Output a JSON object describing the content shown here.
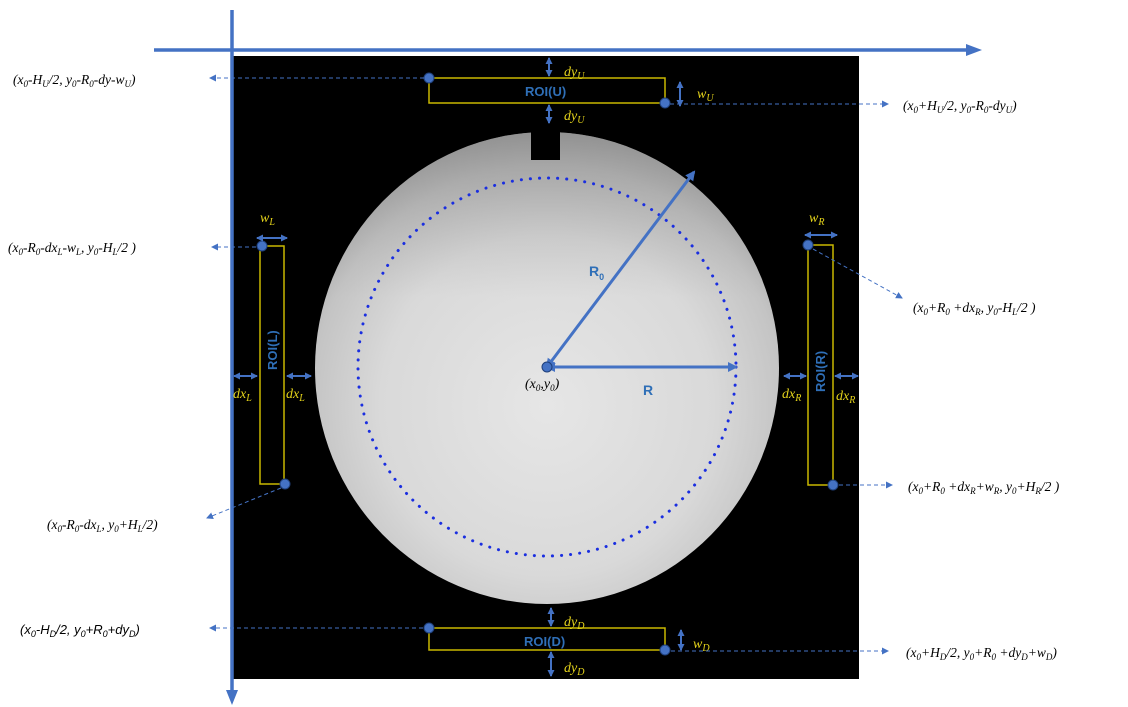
{
  "colors": {
    "axis": "#4472c4",
    "roi_box": "#c9b800",
    "label_yellow": "#e3d21a",
    "dotted_circle": "#1a2ee0",
    "image_bg": "#000000",
    "leader": "#4472c4"
  },
  "labels": {
    "roi_u": "ROI(U)",
    "roi_d": "ROI(D)",
    "roi_l": "ROI(L)",
    "roi_r": "ROI(R)",
    "r0_main": "R",
    "r0_sub": "0",
    "r": "R",
    "center_x": "(x",
    "center_x_sub": "0",
    "center_mid": ",y",
    "center_y_sub": "0",
    "center_close": ")"
  },
  "dims": {
    "dy_u_top": {
      "main": "dy",
      "sub": "U"
    },
    "dy_u_bottom": {
      "main": "dy",
      "sub": "U"
    },
    "w_u": {
      "main": "w",
      "sub": "U"
    },
    "dy_d_top": {
      "main": "dy",
      "sub": "D"
    },
    "dy_d_bottom": {
      "main": "dy",
      "sub": "D"
    },
    "w_d": {
      "main": "w",
      "sub": "D"
    },
    "w_l": {
      "main": "w",
      "sub": "L"
    },
    "dx_l_left": {
      "main": "dx",
      "sub": "L"
    },
    "dx_l_right": {
      "main": "dx",
      "sub": "L"
    },
    "w_r": {
      "main": "w",
      "sub": "R"
    },
    "dx_r_left": {
      "main": "dx",
      "sub": "R"
    },
    "dx_r_right": {
      "main": "dx",
      "sub": "R"
    }
  },
  "coords": {
    "u_left": "(x₀-H_U/2, y₀-R₀-dy-w_U)",
    "u_right": "(x₀+H_U/2, y₀-R₀-dy_U)",
    "l_top": "(x₀-R₀-dx_L-w_L, y₀-H_L/2 )",
    "l_bottom": "(x₀-R₀-dx_L, y₀+H_L/2)",
    "r_top": "(x₀+R₀+dx_R, y₀-H_L/2 )",
    "r_bottom": "(x₀+R₀+dx_R+w_R, y₀+H_R/2 )",
    "d_left": "(x₀-H_D/2, y₀+R₀+dy_D)",
    "d_right": "(x₀+H_D/2, y₀+R₀ +dy_D+w_D)"
  }
}
